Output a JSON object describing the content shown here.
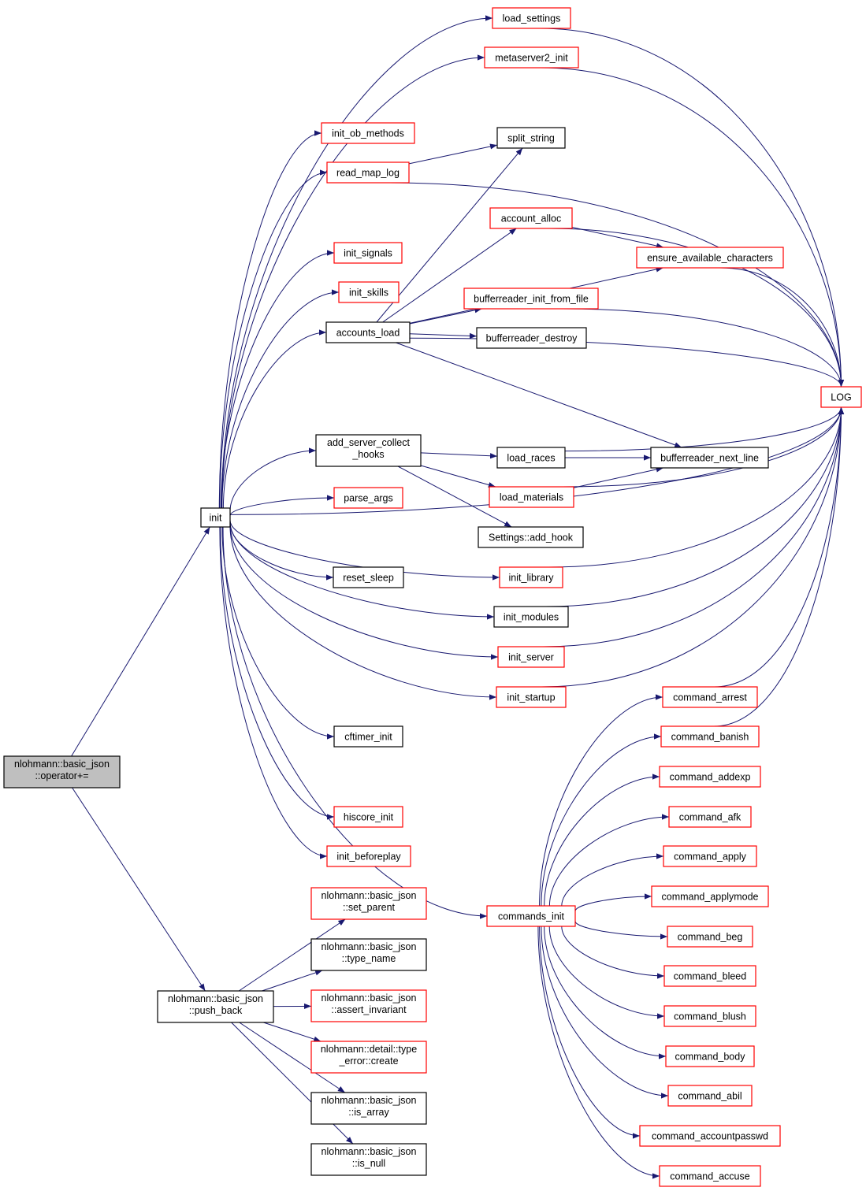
{
  "colors": {
    "edge": "#191970",
    "border_red": "#ff0000",
    "border_black": "#000000",
    "root_fill": "#bfbfbf",
    "fill": "#ffffff"
  },
  "nodes": [
    {
      "id": "root",
      "lines": [
        "nlohmann::basic_json",
        "::operator+="
      ],
      "border": "black",
      "root": true
    },
    {
      "id": "init",
      "lines": [
        "init"
      ],
      "border": "black"
    },
    {
      "id": "push_back",
      "lines": [
        "nlohmann::basic_json",
        "::push_back"
      ],
      "border": "black"
    },
    {
      "id": "load_settings",
      "lines": [
        "load_settings"
      ],
      "border": "red"
    },
    {
      "id": "metaserver2_init",
      "lines": [
        "metaserver2_init"
      ],
      "border": "red"
    },
    {
      "id": "init_ob_methods",
      "lines": [
        "init_ob_methods"
      ],
      "border": "red"
    },
    {
      "id": "read_map_log",
      "lines": [
        "read_map_log"
      ],
      "border": "red"
    },
    {
      "id": "split_string",
      "lines": [
        "split_string"
      ],
      "border": "black"
    },
    {
      "id": "account_alloc",
      "lines": [
        "account_alloc"
      ],
      "border": "red"
    },
    {
      "id": "ensure_available_characters",
      "lines": [
        "ensure_available_characters"
      ],
      "border": "red"
    },
    {
      "id": "init_signals",
      "lines": [
        "init_signals"
      ],
      "border": "red"
    },
    {
      "id": "init_skills",
      "lines": [
        "init_skills"
      ],
      "border": "red"
    },
    {
      "id": "bufferreader_init_from_file",
      "lines": [
        "bufferreader_init_from_file"
      ],
      "border": "red"
    },
    {
      "id": "accounts_load",
      "lines": [
        "accounts_load"
      ],
      "border": "black"
    },
    {
      "id": "bufferreader_destroy",
      "lines": [
        "bufferreader_destroy"
      ],
      "border": "black"
    },
    {
      "id": "LOG",
      "lines": [
        "LOG"
      ],
      "border": "red"
    },
    {
      "id": "add_server_collect_hooks",
      "lines": [
        "add_server_collect",
        "_hooks"
      ],
      "border": "black"
    },
    {
      "id": "load_races",
      "lines": [
        "load_races"
      ],
      "border": "black"
    },
    {
      "id": "bufferreader_next_line",
      "lines": [
        "bufferreader_next_line"
      ],
      "border": "black"
    },
    {
      "id": "parse_args",
      "lines": [
        "parse_args"
      ],
      "border": "red"
    },
    {
      "id": "load_materials",
      "lines": [
        "load_materials"
      ],
      "border": "red"
    },
    {
      "id": "settings_add_hook",
      "lines": [
        "Settings::add_hook"
      ],
      "border": "black"
    },
    {
      "id": "reset_sleep",
      "lines": [
        "reset_sleep"
      ],
      "border": "black"
    },
    {
      "id": "init_library",
      "lines": [
        "init_library"
      ],
      "border": "red"
    },
    {
      "id": "init_modules",
      "lines": [
        "init_modules"
      ],
      "border": "black"
    },
    {
      "id": "init_server",
      "lines": [
        "init_server"
      ],
      "border": "red"
    },
    {
      "id": "init_startup",
      "lines": [
        "init_startup"
      ],
      "border": "red"
    },
    {
      "id": "command_arrest",
      "lines": [
        "command_arrest"
      ],
      "border": "red"
    },
    {
      "id": "cftimer_init",
      "lines": [
        "cftimer_init"
      ],
      "border": "black"
    },
    {
      "id": "command_banish",
      "lines": [
        "command_banish"
      ],
      "border": "red"
    },
    {
      "id": "command_addexp",
      "lines": [
        "command_addexp"
      ],
      "border": "red"
    },
    {
      "id": "hiscore_init",
      "lines": [
        "hiscore_init"
      ],
      "border": "red"
    },
    {
      "id": "command_afk",
      "lines": [
        "command_afk"
      ],
      "border": "red"
    },
    {
      "id": "init_beforeplay",
      "lines": [
        "init_beforeplay"
      ],
      "border": "red"
    },
    {
      "id": "command_apply",
      "lines": [
        "command_apply"
      ],
      "border": "red"
    },
    {
      "id": "set_parent",
      "lines": [
        "nlohmann::basic_json",
        "::set_parent"
      ],
      "border": "red"
    },
    {
      "id": "command_applymode",
      "lines": [
        "command_applymode"
      ],
      "border": "red"
    },
    {
      "id": "commands_init",
      "lines": [
        "commands_init"
      ],
      "border": "red"
    },
    {
      "id": "command_beg",
      "lines": [
        "command_beg"
      ],
      "border": "red"
    },
    {
      "id": "type_name",
      "lines": [
        "nlohmann::basic_json",
        "::type_name"
      ],
      "border": "black"
    },
    {
      "id": "command_bleed",
      "lines": [
        "command_bleed"
      ],
      "border": "red"
    },
    {
      "id": "assert_invariant",
      "lines": [
        "nlohmann::basic_json",
        "::assert_invariant"
      ],
      "border": "red"
    },
    {
      "id": "command_blush",
      "lines": [
        "command_blush"
      ],
      "border": "red"
    },
    {
      "id": "type_error_create",
      "lines": [
        "nlohmann::detail::type",
        "_error::create"
      ],
      "border": "red"
    },
    {
      "id": "command_body",
      "lines": [
        "command_body"
      ],
      "border": "red"
    },
    {
      "id": "command_abil",
      "lines": [
        "command_abil"
      ],
      "border": "red"
    },
    {
      "id": "is_array",
      "lines": [
        "nlohmann::basic_json",
        "::is_array"
      ],
      "border": "black"
    },
    {
      "id": "command_accountpasswd",
      "lines": [
        "command_accountpasswd"
      ],
      "border": "red"
    },
    {
      "id": "is_null",
      "lines": [
        "nlohmann::basic_json",
        "::is_null"
      ],
      "border": "black"
    },
    {
      "id": "command_accuse",
      "lines": [
        "command_accuse"
      ],
      "border": "red"
    }
  ],
  "edges": [
    [
      "root",
      "init"
    ],
    [
      "root",
      "push_back"
    ],
    [
      "init",
      "load_settings"
    ],
    [
      "init",
      "metaserver2_init"
    ],
    [
      "init",
      "init_ob_methods"
    ],
    [
      "init",
      "read_map_log"
    ],
    [
      "init",
      "init_signals"
    ],
    [
      "init",
      "init_skills"
    ],
    [
      "init",
      "accounts_load"
    ],
    [
      "init",
      "LOG"
    ],
    [
      "init",
      "add_server_collect_hooks"
    ],
    [
      "init",
      "parse_args"
    ],
    [
      "init",
      "reset_sleep"
    ],
    [
      "init",
      "init_library"
    ],
    [
      "init",
      "init_modules"
    ],
    [
      "init",
      "init_server"
    ],
    [
      "init",
      "init_startup"
    ],
    [
      "init",
      "cftimer_init"
    ],
    [
      "init",
      "hiscore_init"
    ],
    [
      "init",
      "init_beforeplay"
    ],
    [
      "init",
      "commands_init"
    ],
    [
      "load_settings",
      "LOG"
    ],
    [
      "metaserver2_init",
      "LOG"
    ],
    [
      "read_map_log",
      "split_string"
    ],
    [
      "read_map_log",
      "LOG"
    ],
    [
      "accounts_load",
      "split_string"
    ],
    [
      "accounts_load",
      "account_alloc"
    ],
    [
      "accounts_load",
      "ensure_available_characters"
    ],
    [
      "accounts_load",
      "LOG"
    ],
    [
      "accounts_load",
      "bufferreader_init_from_file"
    ],
    [
      "accounts_load",
      "bufferreader_destroy"
    ],
    [
      "accounts_load",
      "bufferreader_next_line"
    ],
    [
      "account_alloc",
      "ensure_available_characters"
    ],
    [
      "account_alloc",
      "LOG"
    ],
    [
      "ensure_available_characters",
      "LOG"
    ],
    [
      "bufferreader_init_from_file",
      "LOG"
    ],
    [
      "add_server_collect_hooks",
      "load_races"
    ],
    [
      "add_server_collect_hooks",
      "load_materials"
    ],
    [
      "add_server_collect_hooks",
      "settings_add_hook"
    ],
    [
      "load_races",
      "bufferreader_next_line"
    ],
    [
      "load_races",
      "LOG"
    ],
    [
      "load_materials",
      "bufferreader_next_line"
    ],
    [
      "load_materials",
      "LOG"
    ],
    [
      "init_library",
      "LOG"
    ],
    [
      "init_modules",
      "LOG"
    ],
    [
      "init_server",
      "LOG"
    ],
    [
      "init_startup",
      "LOG"
    ],
    [
      "command_arrest",
      "LOG"
    ],
    [
      "command_banish",
      "LOG"
    ],
    [
      "commands_init",
      "command_arrest"
    ],
    [
      "commands_init",
      "command_banish"
    ],
    [
      "commands_init",
      "command_addexp"
    ],
    [
      "commands_init",
      "command_afk"
    ],
    [
      "commands_init",
      "command_apply"
    ],
    [
      "commands_init",
      "command_applymode"
    ],
    [
      "commands_init",
      "command_beg"
    ],
    [
      "commands_init",
      "command_bleed"
    ],
    [
      "commands_init",
      "command_blush"
    ],
    [
      "commands_init",
      "command_body"
    ],
    [
      "commands_init",
      "command_abil"
    ],
    [
      "commands_init",
      "command_accountpasswd"
    ],
    [
      "commands_init",
      "command_accuse"
    ],
    [
      "push_back",
      "set_parent"
    ],
    [
      "push_back",
      "type_name"
    ],
    [
      "push_back",
      "assert_invariant"
    ],
    [
      "push_back",
      "type_error_create"
    ],
    [
      "push_back",
      "is_array"
    ],
    [
      "push_back",
      "is_null"
    ]
  ]
}
